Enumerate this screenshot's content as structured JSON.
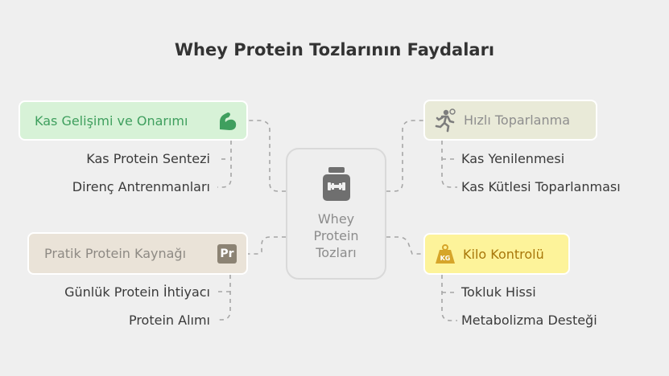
{
  "title": "Whey Protein Tozlarının Faydaları",
  "center": {
    "line1": "Whey",
    "line2": "Protein",
    "line3": "Tozları",
    "icon": "protein-jar-icon"
  },
  "branches": {
    "kas": {
      "label": "Kas Gelişimi ve Onarımı",
      "icon": "flexed-bicep-icon",
      "color": "#3f9f5e",
      "leaves": [
        "Kas Protein Sentezi",
        "Direnç Antrenmanları"
      ]
    },
    "hizli": {
      "label": "Hızlı Toparlanma",
      "icon": "running-person-icon",
      "color": "#8e8e8e",
      "leaves": [
        "Kas Yenilenmesi",
        "Kas Kütlesi Toparlanması"
      ]
    },
    "pratik": {
      "label": "Pratik Protein Kaynağı",
      "icon": "pr-badge-icon",
      "badge_text": "Pr",
      "color": "#8e8a84",
      "leaves": [
        "Günlük Protein İhtiyacı",
        "Protein Alımı"
      ]
    },
    "kilo": {
      "label": "Kilo Kontrolü",
      "icon": "kg-weight-icon",
      "badge_text": "KG",
      "color": "#a8770a",
      "leaves": [
        "Tokluk Hissi",
        "Metabolizma Desteği"
      ]
    }
  }
}
